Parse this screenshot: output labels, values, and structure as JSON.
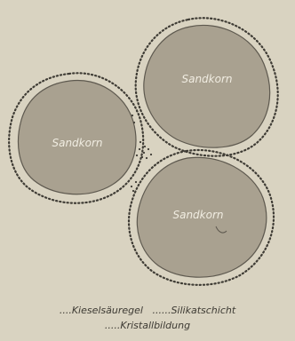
{
  "colors": {
    "background": "#d9d3c1",
    "grain_fill": "#a9a190",
    "grain_outline": "#5e594f",
    "dots": "#3f3c35",
    "label_text": "#f1ede2",
    "legend_text": "#3d3a33"
  },
  "grains": [
    {
      "label": "Sandkorn"
    },
    {
      "label": "Sandkorn"
    },
    {
      "label": "Sandkorn"
    }
  ],
  "legend": {
    "items": [
      {
        "marker": "....",
        "text": "Kieselsäuregel"
      },
      {
        "marker": "......",
        "text": "Silikatschicht"
      },
      {
        "marker": ".....",
        "text": "Kristallbildung"
      }
    ]
  }
}
